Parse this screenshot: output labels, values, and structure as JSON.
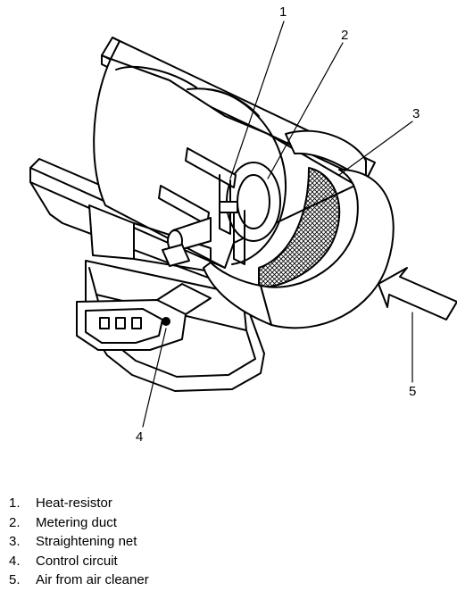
{
  "diagram": {
    "callouts": [
      "1",
      "2",
      "3",
      "4",
      "5"
    ]
  },
  "legend": [
    {
      "num": "1.",
      "label": "Heat-resistor"
    },
    {
      "num": "2.",
      "label": "Metering duct"
    },
    {
      "num": "3.",
      "label": "Straightening net"
    },
    {
      "num": "4.",
      "label": "Control circuit"
    },
    {
      "num": "5.",
      "label": "Air from air cleaner"
    }
  ]
}
